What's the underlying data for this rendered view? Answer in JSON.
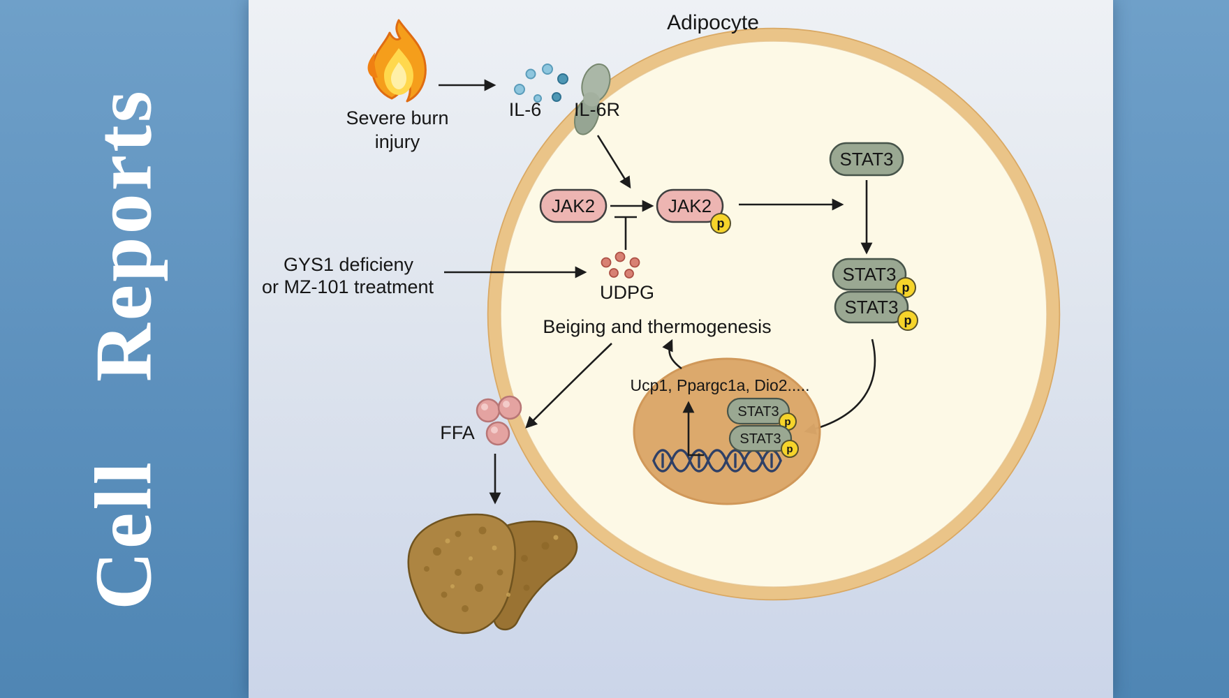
{
  "journal": {
    "title": "Cell Reports"
  },
  "figure": {
    "cell_label": "Adipocyte",
    "stimulus": {
      "line1": "Severe burn",
      "line2": "injury"
    },
    "ligand_label": "IL-6",
    "receptor_label": "IL-6R",
    "kinase_inactive": "JAK2",
    "kinase_active": "JAK2",
    "phospho": "p",
    "tf_monomer": "STAT3",
    "tf_dimer_top": "STAT3",
    "tf_dimer_bottom": "STAT3",
    "tf_nuclear_top": "STAT3",
    "tf_nuclear_bottom": "STAT3",
    "intervention": {
      "line1": "GYS1 deficieny",
      "line2": "or MZ-101 treatment"
    },
    "metabolite_label": "UDPG",
    "outcome_label": "Beiging and thermogenesis",
    "genes_label": "Ucp1, Ppargc1a, Dio2.....",
    "ffa_label": "FFA"
  },
  "colors": {
    "sidebar_blue": "#5b8fbc",
    "panel_top": "#eef1f5",
    "panel_bottom": "#cbd5e9",
    "membrane_tan": "#eac488",
    "cytoplasm_cream": "#fdf9e6",
    "nucleus_tan": "#dba769",
    "kinase_pink": "#edb5b2",
    "stat_sage": "#9aa892",
    "phospho_yellow": "#f6d42a",
    "il6_blue": "#8ec6de",
    "udpg_red": "#d88173",
    "ffa_pink": "#e4a3a1",
    "liver_brown": "#ac8340",
    "flame_orange": "#f59e1b",
    "flame_yellow": "#ffd84d",
    "arrow_black": "#1c1c1c"
  }
}
